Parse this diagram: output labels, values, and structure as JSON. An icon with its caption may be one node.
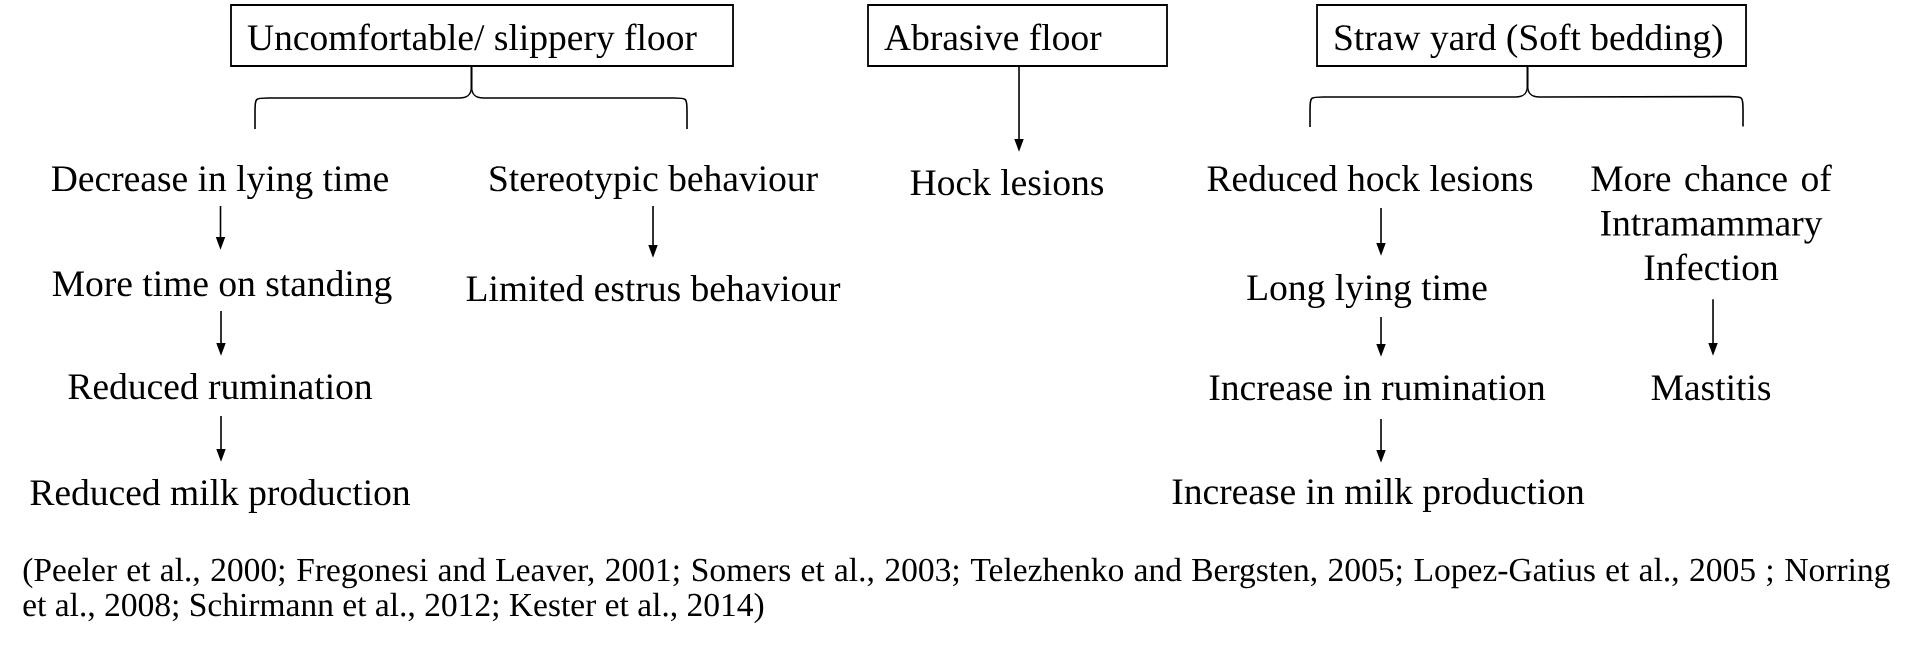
{
  "diagram": {
    "nodes": [
      {
        "text": [
          "Uncomfortable/ slippery floor"
        ]
      },
      {
        "text": [
          "Abrasive floor"
        ]
      },
      {
        "text": [
          "Straw yard (Soft bedding)"
        ]
      },
      {
        "text": [
          "Decrease in lying time"
        ]
      },
      {
        "text": [
          "Stereotypic behaviour"
        ]
      },
      {
        "text": [
          "Hock lesions"
        ]
      },
      {
        "text": [
          "Reduced hock lesions"
        ]
      },
      {
        "text": [
          "More chance of Intramammary Infection"
        ]
      },
      {
        "text": [
          "More time on standing"
        ]
      },
      {
        "text": [
          "Limited estrus behaviour"
        ]
      },
      {
        "text": [
          "Long lying time"
        ]
      },
      {
        "text": [
          "Reduced rumination"
        ]
      },
      {
        "text": [
          "Increase in rumination"
        ]
      },
      {
        "text": [
          "Mastitis"
        ]
      },
      {
        "text": [
          "Reduced milk production"
        ]
      },
      {
        "text": [
          "Increase in milk production"
        ]
      }
    ],
    "edges": [
      {
        "from": 0,
        "to": 3,
        "arrow": "none"
      },
      {
        "from": 0,
        "to": 4,
        "arrow": "none"
      },
      {
        "from": 1,
        "to": 5,
        "arrow": "to"
      },
      {
        "from": 2,
        "to": 6,
        "arrow": "none"
      },
      {
        "from": 2,
        "to": 7,
        "arrow": "none"
      },
      {
        "from": 3,
        "to": 8,
        "arrow": "to"
      },
      {
        "from": 8,
        "to": 11,
        "arrow": "to"
      },
      {
        "from": 11,
        "to": 14,
        "arrow": "to"
      },
      {
        "from": 4,
        "to": 9,
        "arrow": "to"
      },
      {
        "from": 6,
        "to": 10,
        "arrow": "to"
      },
      {
        "from": 10,
        "to": 12,
        "arrow": "to"
      },
      {
        "from": 12,
        "to": 15,
        "arrow": "to"
      },
      {
        "from": 7,
        "to": 13,
        "arrow": "to"
      }
    ],
    "labels": [
      "(Peeler et al., 2000; Fregonesi and Leaver, 2001; Somers et al., 2003; Telezhenko and Bergsten, 2005; Lopez-Gatius et al., 2005 ; Norring et al., 2008; Schirmann et al., 2012; Kester et al., 2014)"
    ]
  }
}
